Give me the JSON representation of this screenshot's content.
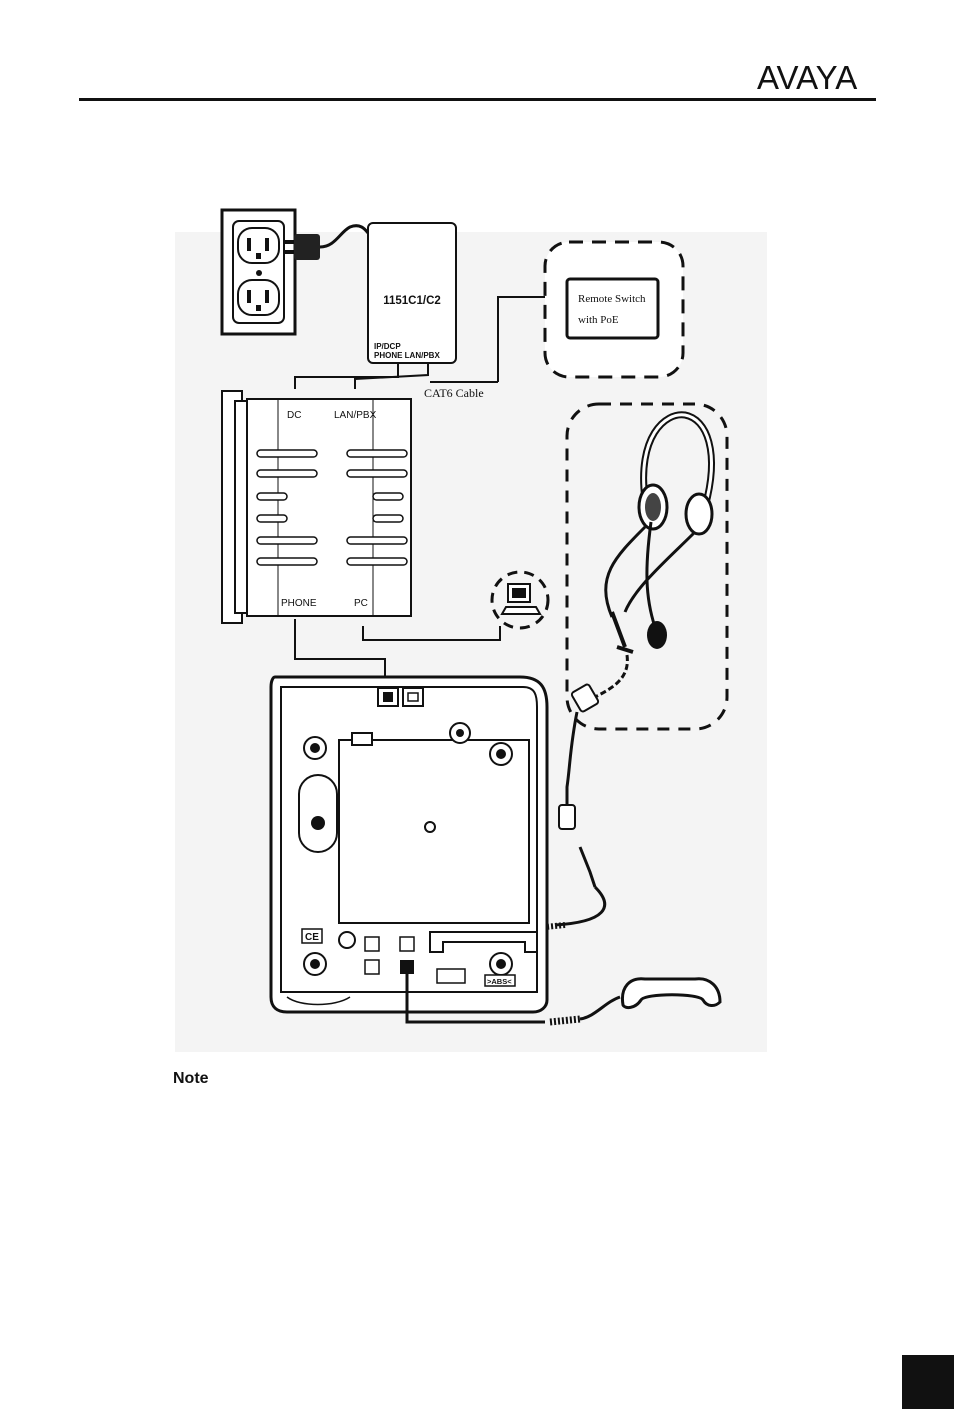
{
  "header": {
    "logo_text": "AVAYA"
  },
  "diagram": {
    "adapter": {
      "model": "1151C1/C2",
      "port_label_line1": "IP/DCP",
      "port_label_line2": "PHONE  LAN/PBX"
    },
    "remote_switch": {
      "line1": "Remote Switch",
      "line2": "with PoE"
    },
    "cable_label": "CAT6 Cable",
    "splitter": {
      "top_left": "DC",
      "top_right": "LAN/PBX",
      "bottom_left": "PHONE",
      "bottom_right": "PC"
    },
    "phone_marks": {
      "ce": "CE",
      "abs": ">ABS<"
    }
  },
  "note": {
    "label": "Note"
  }
}
